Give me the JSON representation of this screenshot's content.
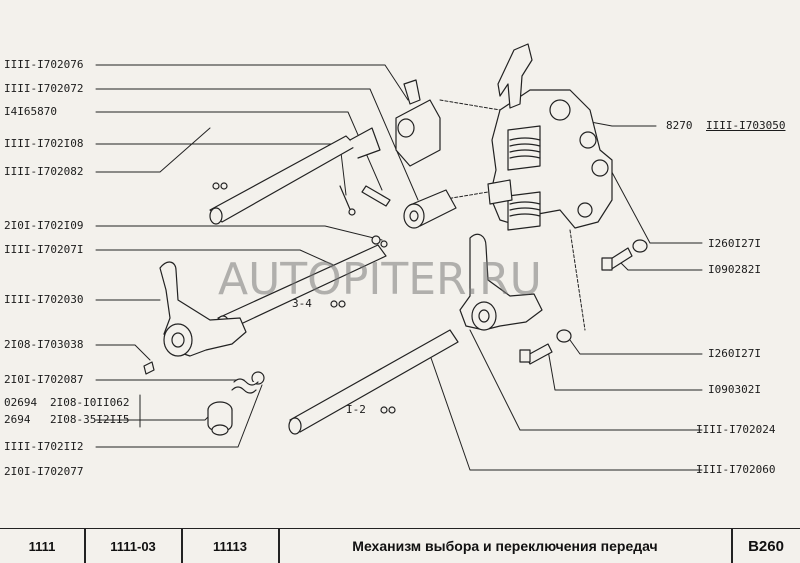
{
  "watermark": "AUTOPITER.RU",
  "labels_left": [
    "IIII-I702076",
    "IIII-I702072",
    "I4I65870",
    "IIII-I702I08",
    "IIII-I702082",
    "2I0I-I702I09",
    "IIII-I70207I",
    "IIII-I702030",
    "2I08-I703038",
    "2I0I-I702087",
    "02694",
    "2I08-I0II062",
    "2694",
    "2I08-35I2II5",
    "IIII-I702II2",
    "2I0I-I702077"
  ],
  "labels_right": [
    "8270",
    "IIII-I703050",
    "I260I27I",
    "I090282I",
    "I260I27I",
    "I090302I",
    "IIII-I702024",
    "IIII-I702060"
  ],
  "callouts": [
    "3-4",
    "I-2"
  ],
  "footer": {
    "cells": [
      "1111",
      "1111-03",
      "11113"
    ],
    "title": "Механизм выбора и переключения передач",
    "code": "B260"
  }
}
